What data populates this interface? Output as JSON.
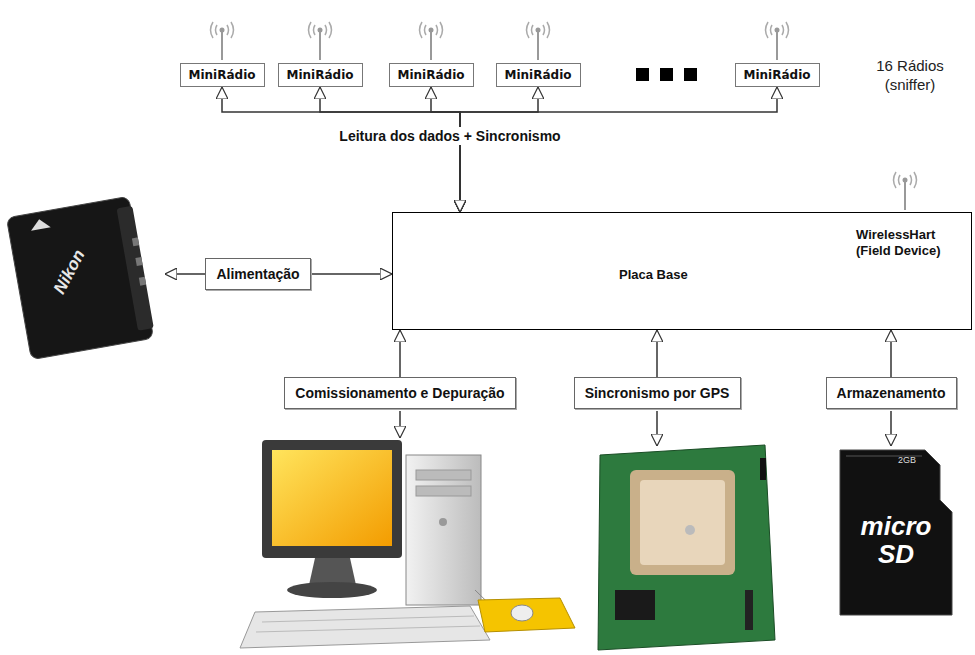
{
  "diagram": {
    "nodes": [
      {
        "text": [
          "MiniRádio"
        ]
      },
      {
        "text": [
          "MiniRádio"
        ]
      },
      {
        "text": [
          "MiniRádio"
        ]
      },
      {
        "text": [
          "MiniRádio"
        ]
      },
      {
        "text": [
          "MiniRádio"
        ]
      },
      {
        "text": [
          "WirelessHart (Field Device)",
          "Placa Base"
        ]
      },
      {
        "text": [
          "Alimentação"
        ]
      },
      {
        "text": [
          "Comissionamento e Depuração"
        ]
      },
      {
        "text": [
          "Sincronismo por GPS"
        ]
      },
      {
        "text": [
          "Armazenamento"
        ]
      }
    ],
    "edges": [
      {
        "from": 0,
        "to": 5,
        "arrow": "both"
      },
      {
        "from": 1,
        "to": 5,
        "arrow": "both"
      },
      {
        "from": 2,
        "to": 5,
        "arrow": "both"
      },
      {
        "from": 3,
        "to": 5,
        "arrow": "both"
      },
      {
        "from": 4,
        "to": 5,
        "arrow": "both"
      },
      {
        "from": 6,
        "to": 5,
        "arrow": "to"
      },
      {
        "from": 7,
        "to": 5,
        "arrow": "to"
      },
      {
        "from": 8,
        "to": 5,
        "arrow": "to"
      },
      {
        "from": 9,
        "to": 5,
        "arrow": "to"
      }
    ],
    "labels": [
      "16 Rádios (sniffer)",
      "Leitura dos dados + Sincronismo",
      "Nikon",
      "2GB",
      "micro SD"
    ]
  }
}
